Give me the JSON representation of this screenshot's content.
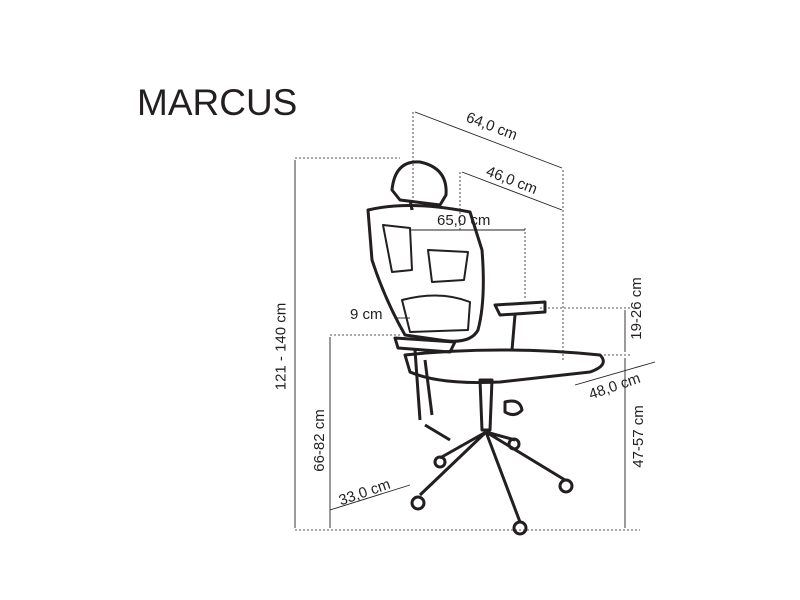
{
  "title": "MARCUS",
  "dimensions": {
    "total_depth": "64,0 cm",
    "seat_back_depth": "46,0 cm",
    "width": "65,0 cm",
    "armrest_height": "19-26 cm",
    "armrest_offset": "9 cm",
    "seat_depth": "48,0 cm",
    "total_height": "121 - 140 cm",
    "armrest_floor_height": "66-82 cm",
    "seat_height": "47-57 cm",
    "base_radius": "33,0 cm"
  }
}
